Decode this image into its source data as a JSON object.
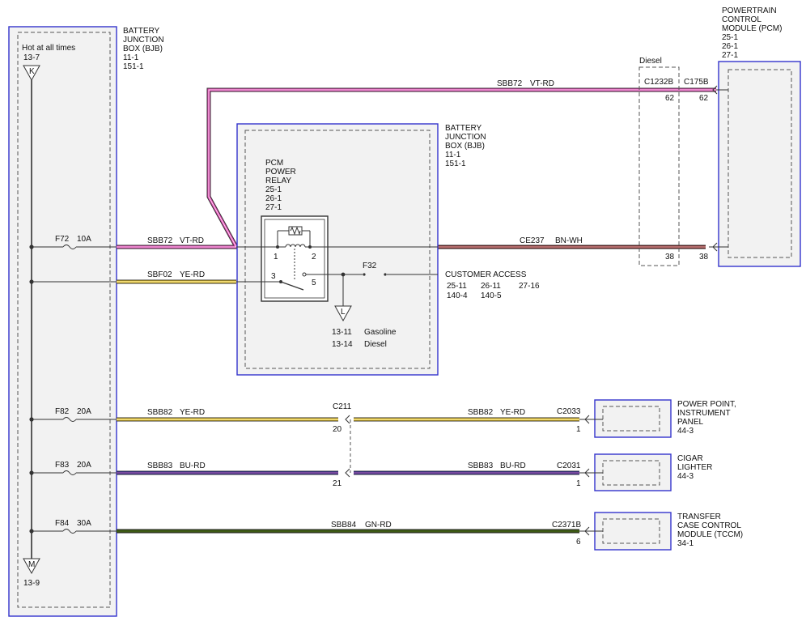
{
  "bjb_left": {
    "title": [
      "BATTERY",
      "JUNCTION",
      "BOX (BJB)",
      "11-1",
      "151-1"
    ],
    "hot_label": "Hot at all times",
    "hot_ref": "13-7",
    "k_symbol": "K",
    "m_symbol": "M",
    "m_ref": "13-9"
  },
  "fuses": [
    {
      "name": "F72",
      "rating": "10A"
    },
    {
      "name": "F82",
      "rating": "20A"
    },
    {
      "name": "F83",
      "rating": "20A"
    },
    {
      "name": "F84",
      "rating": "30A"
    }
  ],
  "pcm": {
    "title": [
      "POWERTRAIN",
      "CONTROL",
      "MODULE (PCM)",
      "25-1",
      "26-1",
      "27-1"
    ]
  },
  "bjb_relay": {
    "title": [
      "BATTERY",
      "JUNCTION",
      "BOX (BJB)",
      "11-1",
      "151-1"
    ],
    "relay_label": [
      "PCM",
      "POWER",
      "RELAY",
      "25-1",
      "26-1",
      "27-1"
    ],
    "pins": [
      "1",
      "2",
      "3",
      "5"
    ],
    "fuse": "F32",
    "customer_access": "CUSTOMER ACCESS",
    "ca_refs": [
      "25-11",
      "26-11",
      "27-16",
      "140-4",
      "140-5"
    ],
    "l_symbol": "L",
    "l_refs": [
      {
        "ref": "13-11",
        "label": "Gasoline"
      },
      {
        "ref": "13-14",
        "label": "Diesel"
      }
    ]
  },
  "diesel": {
    "label": "Diesel",
    "connector": "C1232B",
    "pin_top": "62",
    "pin_bottom": "38"
  },
  "wires": {
    "sbb72_left": {
      "circuit": "SBB72",
      "color": "VT-RD"
    },
    "sbb72_top": {
      "circuit": "SBB72",
      "color": "VT-RD"
    },
    "sbf02": {
      "circuit": "SBF02",
      "color": "YE-RD"
    },
    "ce237": {
      "circuit": "CE237",
      "color": "BN-WH"
    },
    "sbb82_left": {
      "circuit": "SBB82",
      "color": "YE-RD"
    },
    "sbb82_right": {
      "circuit": "SBB82",
      "color": "YE-RD"
    },
    "sbb83_left": {
      "circuit": "SBB83",
      "color": "BU-RD"
    },
    "sbb83_right": {
      "circuit": "SBB83",
      "color": "BU-RD"
    },
    "sbb84": {
      "circuit": "SBB84",
      "color": "GN-RD"
    }
  },
  "c211": {
    "name": "C211",
    "pin_upper": "20",
    "pin_lower": "21"
  },
  "pcm_connector": {
    "name": "C175B",
    "pin_top": "62",
    "pin_bottom": "38"
  },
  "loads": [
    {
      "connector": "C2033",
      "pin": "1",
      "name": [
        "POWER POINT,",
        "INSTRUMENT",
        "PANEL",
        "44-3"
      ]
    },
    {
      "connector": "C2031",
      "pin": "1",
      "name": [
        "CIGAR",
        "LIGHTER",
        "44-3"
      ]
    },
    {
      "connector": "C2371B",
      "pin": "6",
      "name": [
        "TRANSFER",
        "CASE CONTROL",
        "MODULE (TCCM)",
        "34-1"
      ]
    }
  ],
  "colors": {
    "violet_red": "#e040b0",
    "yellow_red": "#e8c21a",
    "brown_white": "#8b1a1a",
    "blue_red": "#2a22a8",
    "green_red": "#3d5a14",
    "box_border": "#3333cc"
  }
}
